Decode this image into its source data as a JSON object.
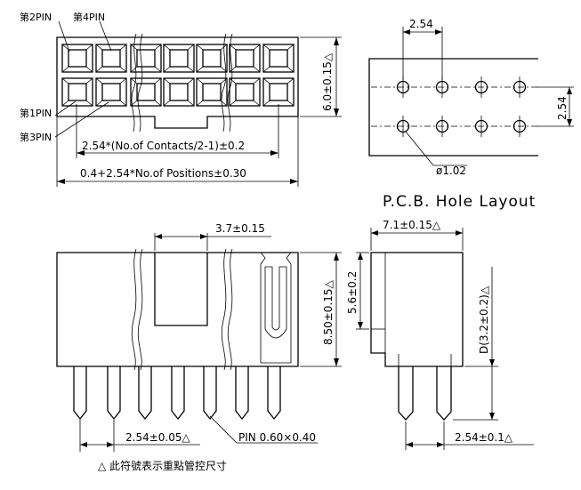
{
  "top_view": {
    "label_2pin": "第2PIN",
    "label_4pin": "第4PIN",
    "label_1pin": "第1PIN",
    "label_3pin": "第3PIN",
    "dim_height": "6.0±0.15△",
    "dim_contacts": "2.54*(No.of Contacts/2-1)±0.2",
    "dim_positions": "0.4+2.54*No.of Positions±0.30"
  },
  "pcb_layout": {
    "title": "P.C.B. Hole Layout",
    "dim_pitch_h": "2.54",
    "dim_pitch_v": "2.54",
    "dim_hole": "ø1.02"
  },
  "front_view": {
    "dim_slot": "3.7±0.15",
    "dim_height": "8.50±0.15△",
    "dim_pitch": "2.54±0.05△",
    "dim_pin": "PIN 0.60×0.40"
  },
  "side_view": {
    "dim_width": "7.1±0.15△",
    "dim_upper": "5.6±0.2",
    "dim_tail": "D(3.2±0.2)△",
    "dim_pitch": "2.54±0.1△"
  },
  "footnote": "△ 此符號表示重點管控尺寸"
}
